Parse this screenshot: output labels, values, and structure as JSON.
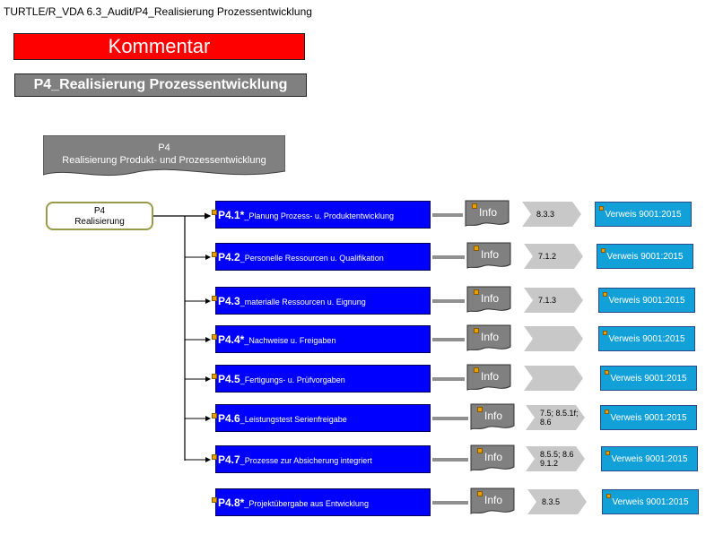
{
  "breadcrumb": "TURTLE/R_VDA 6.3_Audit/P4_Realisierung Prozessentwicklung",
  "kommentar_label": "Kommentar",
  "section_title": "P4_Realisierung Prozessentwicklung",
  "process_doc": {
    "line1": "P4",
    "line2": "Realisierung Produkt- und Prozessentwicklung"
  },
  "root_node": {
    "line1": "P4",
    "line2": "Realisierung"
  },
  "colors": {
    "kommentar": "#ff0000",
    "title_bg": "#808080",
    "step_bg": "#0000ff",
    "verweis_bg": "#12a0d8",
    "chevron_bg": "#c8c8c8",
    "info_bg": "#808080"
  },
  "steps": [
    {
      "code": "P4.1*",
      "name": "_Planung Prozess- u. Produktentwicklung",
      "info": "Info",
      "ref": "8.3.3",
      "verweis": "Verweis 9001:2015"
    },
    {
      "code": "P4.2",
      "name": "_Personelle Ressourcen u. Qualifikation",
      "info": "Info",
      "ref": "7.1.2",
      "verweis": "Verweis 9001:2015"
    },
    {
      "code": "P4.3",
      "name": "_materialle Ressourcen u. Eignung",
      "info": "Info",
      "ref": "7.1.3",
      "verweis": "Verweis 9001:2015"
    },
    {
      "code": "P4.4*",
      "name": "_Nachweise u. Freigaben",
      "info": "Info",
      "ref": "",
      "verweis": "Verweis 9001:2015"
    },
    {
      "code": "P4.5",
      "name": "_Fertigungs- u. Prüfvorgaben",
      "info": "Info",
      "ref": "",
      "verweis": "Verweis 9001:2015"
    },
    {
      "code": "P4.6",
      "name": "_Leistungstest Serienfreigabe",
      "info": "Info",
      "ref": "7.5; 8.5.1f; 8.6",
      "verweis": "Verweis 9001:2015"
    },
    {
      "code": "P4.7",
      "name": "_Prozesse zur Absicherung integriert",
      "info": "Info",
      "ref": "8.5.5; 8.6 9.1.2",
      "verweis": "Verweis 9001:2015"
    },
    {
      "code": "P4.8*",
      "name": "_Projektübergabe aus Entwicklung",
      "info": "Info",
      "ref": "8.3.5",
      "verweis": "Verweis 9001:2015"
    }
  ]
}
